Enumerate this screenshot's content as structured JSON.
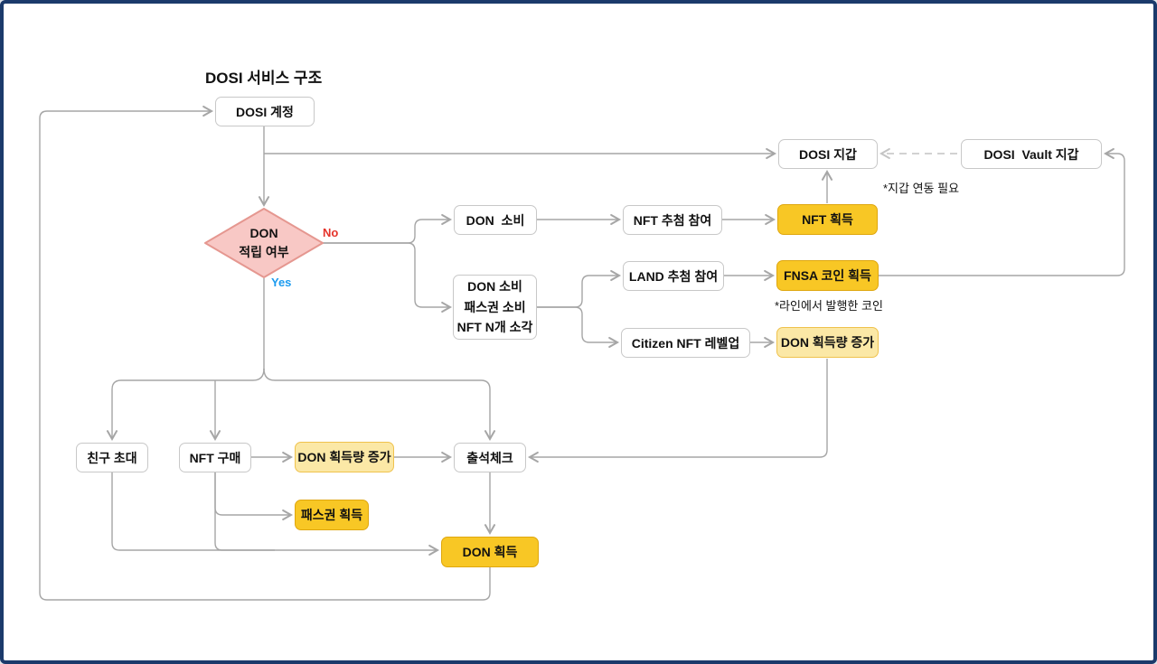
{
  "title": "DOSI 서비스 구조",
  "edge_labels": {
    "no": "No",
    "yes": "Yes"
  },
  "notes": {
    "wallet_link": "*지갑 연동 필요",
    "fnsa_coin": "*라인에서 발행한 코인"
  },
  "nodes": {
    "dosi_account": "DOSI 계정",
    "dosi_wallet": "DOSI 지갑",
    "dosi_vault_wallet": "DOSI  Vault 지갑",
    "decision": {
      "line1": "DON",
      "line2": "적립 여부"
    },
    "don_spend": "DON  소비",
    "nft_raffle": "NFT 추첨 참여",
    "nft_gain": "NFT 획득",
    "don_spend_multi": {
      "line1": "DON 소비",
      "line2": "패스권 소비",
      "line3": "NFT N개 소각"
    },
    "land_raffle": "LAND 추첨 참여",
    "fnsa_gain": "FNSA 코인 획득",
    "citizen_levelup": "Citizen NFT 레벨업",
    "don_rate_up_right": "DON 획득량 증가",
    "invite_friend": "친구 초대",
    "nft_buy": "NFT 구매",
    "don_rate_up_left": "DON 획득량 증가",
    "attendance": "출석체크",
    "pass_gain": "패스권 획득",
    "don_gain": "DON 획득"
  },
  "colors": {
    "line": "#a6a6a6",
    "dashed_line": "#c4c4c4",
    "diamond_fill": "#f8c8c5",
    "diamond_border": "#e59790",
    "yellow_fill": "#f8c725",
    "yellow_border": "#dfa70f",
    "pale_fill": "#fbe8a6",
    "pale_border": "#efc24d",
    "no_label": "#e5342b",
    "yes_label": "#1c9bef",
    "frame": "#1b3a6b"
  }
}
